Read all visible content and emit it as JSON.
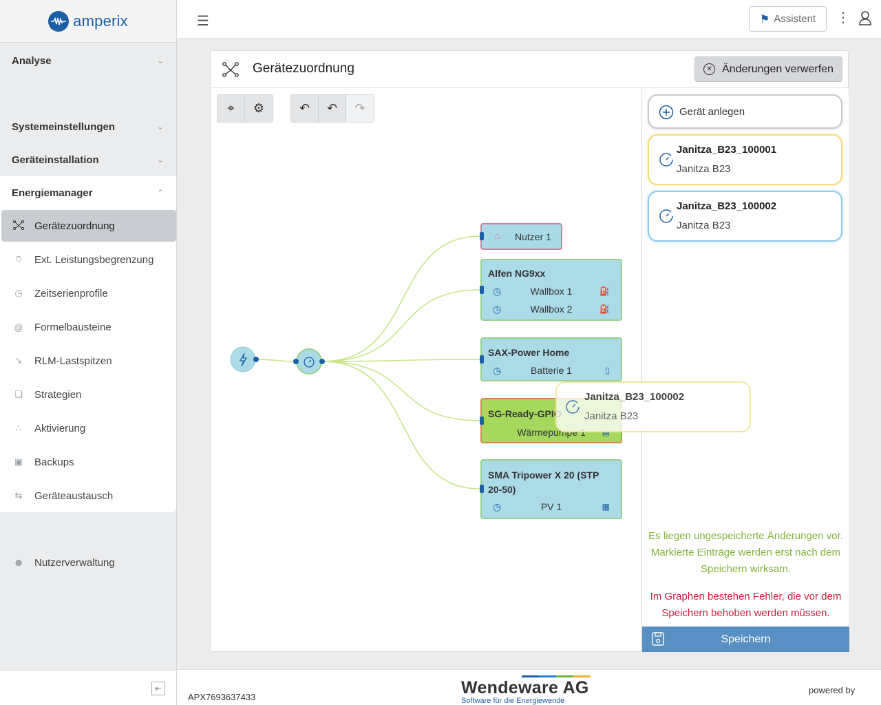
{
  "brand": {
    "name": "amperix"
  },
  "sidebar": {
    "sections": [
      {
        "label": "Analyse",
        "chevron": "chevron-down-icon"
      },
      {
        "label": "Systemeinstellungen",
        "chevron": "chevron-down-icon"
      },
      {
        "label": "Geräteinstallation",
        "chevron": "chevron-down-icon"
      },
      {
        "label": "Energiemanager",
        "chevron": "chevron-up-icon"
      }
    ],
    "items": [
      {
        "label": "Gerätezuordnung",
        "icon": "device-graph-icon",
        "active": true
      },
      {
        "label": "Ext. Leistungsbegrenzung",
        "icon": "pin-icon"
      },
      {
        "label": "Zeitserienprofile",
        "icon": "timer-icon"
      },
      {
        "label": "Formelbausteine",
        "icon": "at-icon"
      },
      {
        "label": "RLM-Lastspitzen",
        "icon": "chart-down-icon"
      },
      {
        "label": "Strategien",
        "icon": "layers-icon"
      },
      {
        "label": "Aktivierung",
        "icon": "hierarchy-icon"
      },
      {
        "label": "Backups",
        "icon": "save-icon"
      },
      {
        "label": "Geräteaustausch",
        "icon": "swap-icon"
      }
    ],
    "user_admin": {
      "label": "Nutzerverwaltung",
      "icon": "users-icon"
    }
  },
  "topbar": {
    "assistant_label": "Assistent"
  },
  "card": {
    "title": "Gerätezuordnung",
    "discard_label": "Änderungen verwerfen"
  },
  "graph": {
    "nodes": {
      "nutzer": {
        "label": "Nutzer 1"
      },
      "alfen": {
        "title": "Alfen NG9xx",
        "rows": [
          "Wallbox 1",
          "Wallbox 2"
        ]
      },
      "sax": {
        "title": "SAX-Power Home",
        "rows": [
          "Batterie 1"
        ]
      },
      "sg": {
        "title": "SG-Ready-GPIO",
        "rows": [
          "Wärmepumpe 1"
        ]
      },
      "sma": {
        "title": "SMA Tripower X 20 (STP 20-50)",
        "rows": [
          "PV 1"
        ]
      }
    }
  },
  "panel": {
    "add_label": "Gerät anlegen",
    "devices": [
      {
        "name": "Janitza_B23_100001",
        "type": "Janitza B23",
        "highlight": "#f2dc7a"
      },
      {
        "name": "Janitza_B23_100002",
        "type": "Janitza B23",
        "highlight": "#8ec9ee"
      }
    ],
    "msg_unsaved": "Es liegen ungespeicherte Änderungen vor. Markierte Einträge werden erst nach dem Speichern wirksam.",
    "msg_error": "Im Graphen bestehen Fehler, die vor dem Speichern behoben werden müssen.",
    "save_label": "Speichern"
  },
  "drag_ghost": {
    "name": "Janitza_B23_100002",
    "type": "Janitza B23"
  },
  "footer": {
    "serial": "APX7693637433",
    "company": "Wendeware AG",
    "tagline": "Software für die Energiewende",
    "powered_by": "powered by"
  },
  "colors": {
    "brand_blue": "#1d5fa5",
    "node_blue": "#acdbe8",
    "node_green": "#a6d85d",
    "save_button": "#5990c3",
    "msg_ok": "#83b33b",
    "msg_err": "#c8203d"
  }
}
